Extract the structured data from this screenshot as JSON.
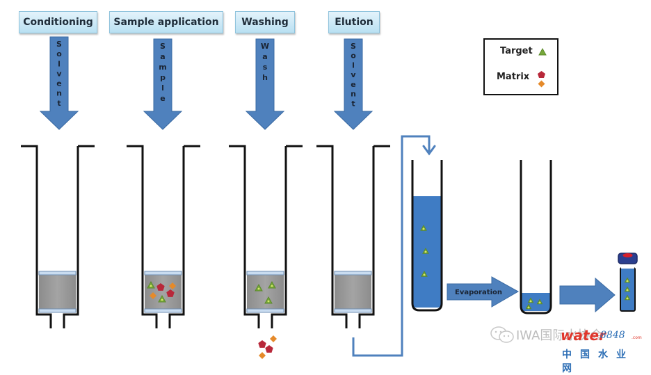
{
  "stages": [
    {
      "label": "Conditioning",
      "arrow_text": "Solvent"
    },
    {
      "label": "Sample application",
      "arrow_text": "Sample"
    },
    {
      "label": "Washing",
      "arrow_text": "Wash"
    },
    {
      "label": "Elution",
      "arrow_text": "Solvent"
    }
  ],
  "legend": {
    "target_label": "Target",
    "matrix_label": "Matrix"
  },
  "process_arrows": {
    "evaporation_label": "Evaporation"
  },
  "colors": {
    "arrow_blue": "#4f81bd",
    "liquid_blue": "#3f7cc4",
    "packing_gray": "#9a9a9a",
    "frit_blue": "#c9dcf0",
    "target_green": "#77a83a",
    "matrix_red": "#b8283a",
    "matrix_orange": "#e58a2a",
    "vial_cap_blue": "#2b3f8f",
    "vial_septum_red": "#d8202a"
  },
  "watermark": {
    "text": "IWA国际水协会",
    "brand": "water",
    "brand_num": "8848",
    "brand_tld": ".com",
    "brand_cn": "中国水业网"
  }
}
